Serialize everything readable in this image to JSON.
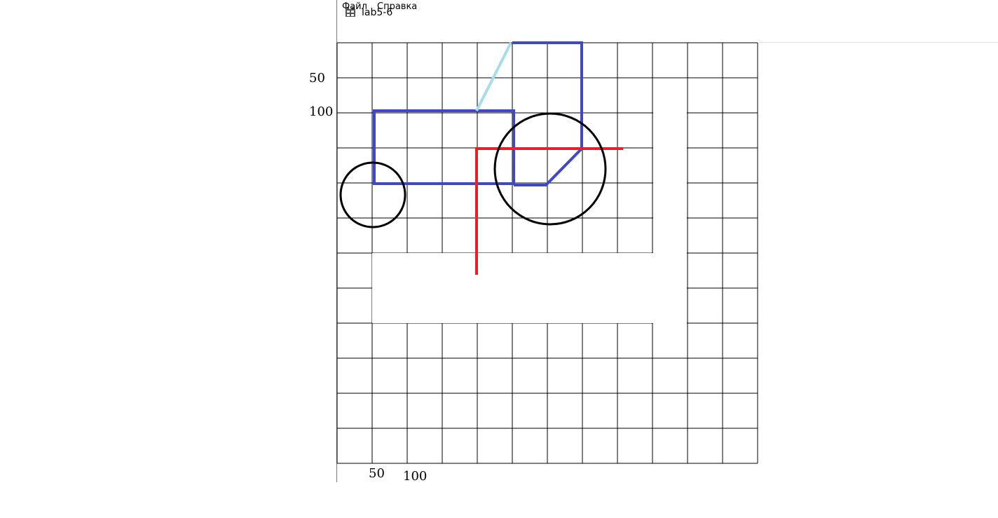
{
  "window": {
    "title": "lab5-6",
    "icon": "app-grid-icon"
  },
  "menu": {
    "file_label": "Файл",
    "help_label": "Справка"
  },
  "axis_labels": {
    "y_50": "50",
    "y_100": "100",
    "x_50": "50",
    "x_100": "100"
  },
  "colors": {
    "grid": "#000000",
    "body_outline": "#4048c8",
    "exhaust": "#a8dcea",
    "crane": "#e8202a",
    "wheels": "#000000"
  }
}
